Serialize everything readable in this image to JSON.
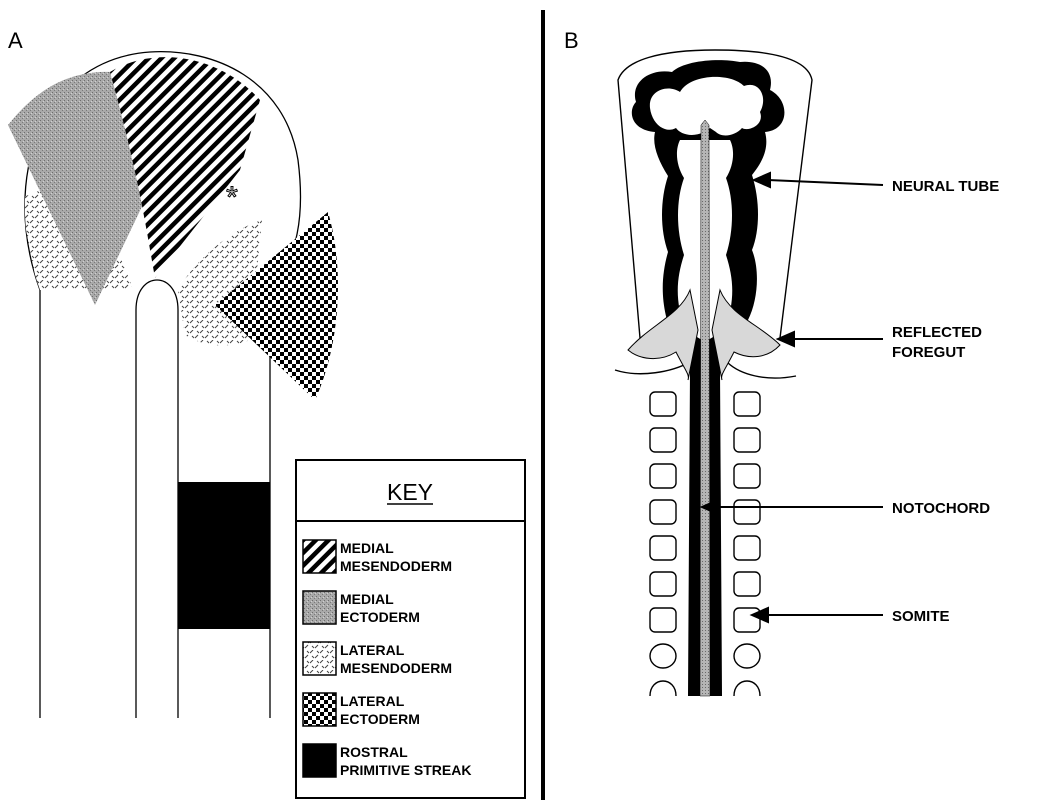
{
  "panels": {
    "a": "A",
    "b": "B"
  },
  "panel_a": {
    "asterisk": "*",
    "key": {
      "title": "KEY",
      "items": [
        {
          "line1": "MEDIAL",
          "line2": "MESENDODERM",
          "pattern": "diagonal-stripes"
        },
        {
          "line1": "MEDIAL",
          "line2": "ECTODERM",
          "pattern": "gray-stipple"
        },
        {
          "line1": "LATERAL",
          "line2": "MESENDODERM",
          "pattern": "zigzag"
        },
        {
          "line1": "LATERAL",
          "line2": "ECTODERM",
          "pattern": "checkerboard"
        },
        {
          "line1": "ROSTRAL",
          "line2": "PRIMITIVE STREAK",
          "pattern": "solid-black"
        }
      ]
    }
  },
  "panel_b": {
    "labels": {
      "neural_tube": "NEURAL TUBE",
      "reflected_foregut_1": "REFLECTED",
      "reflected_foregut_2": "FOREGUT",
      "notochord": "NOTOCHORD",
      "somite": "SOMITE"
    }
  },
  "colors": {
    "ink": "#000000",
    "stipple_gray": "#a0a0a0",
    "paper": "#ffffff"
  }
}
